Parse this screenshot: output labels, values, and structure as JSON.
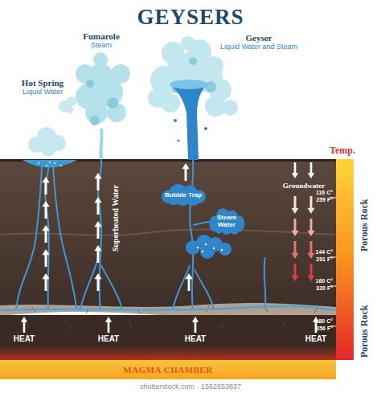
{
  "diagram": {
    "title": "GEYSERS",
    "nodes": [
      {
        "text": [
          "Hot Spring",
          "Liquid Water"
        ]
      },
      {
        "text": [
          "Fumarole",
          "Steam"
        ]
      },
      {
        "text": [
          "Geyser",
          "Liquid Water and Steam"
        ]
      },
      {
        "text": [
          "Bubble Trap"
        ]
      },
      {
        "text": [
          "Steam Water"
        ]
      },
      {
        "text": [
          "MAGMA CHAMBER"
        ]
      }
    ],
    "labels": [
      "Temp.",
      "Superheated Water",
      "Groundwater",
      "116 C°",
      "259 F°",
      "144 C°",
      "291 F°",
      "160 C°",
      "320 F°",
      "180 C°",
      "356 F°",
      "Porous Rock",
      "Porous Rock",
      "HEAT",
      "HEAT",
      "HEAT",
      "HEAT",
      "shutterstock.com · 1562653837"
    ]
  }
}
